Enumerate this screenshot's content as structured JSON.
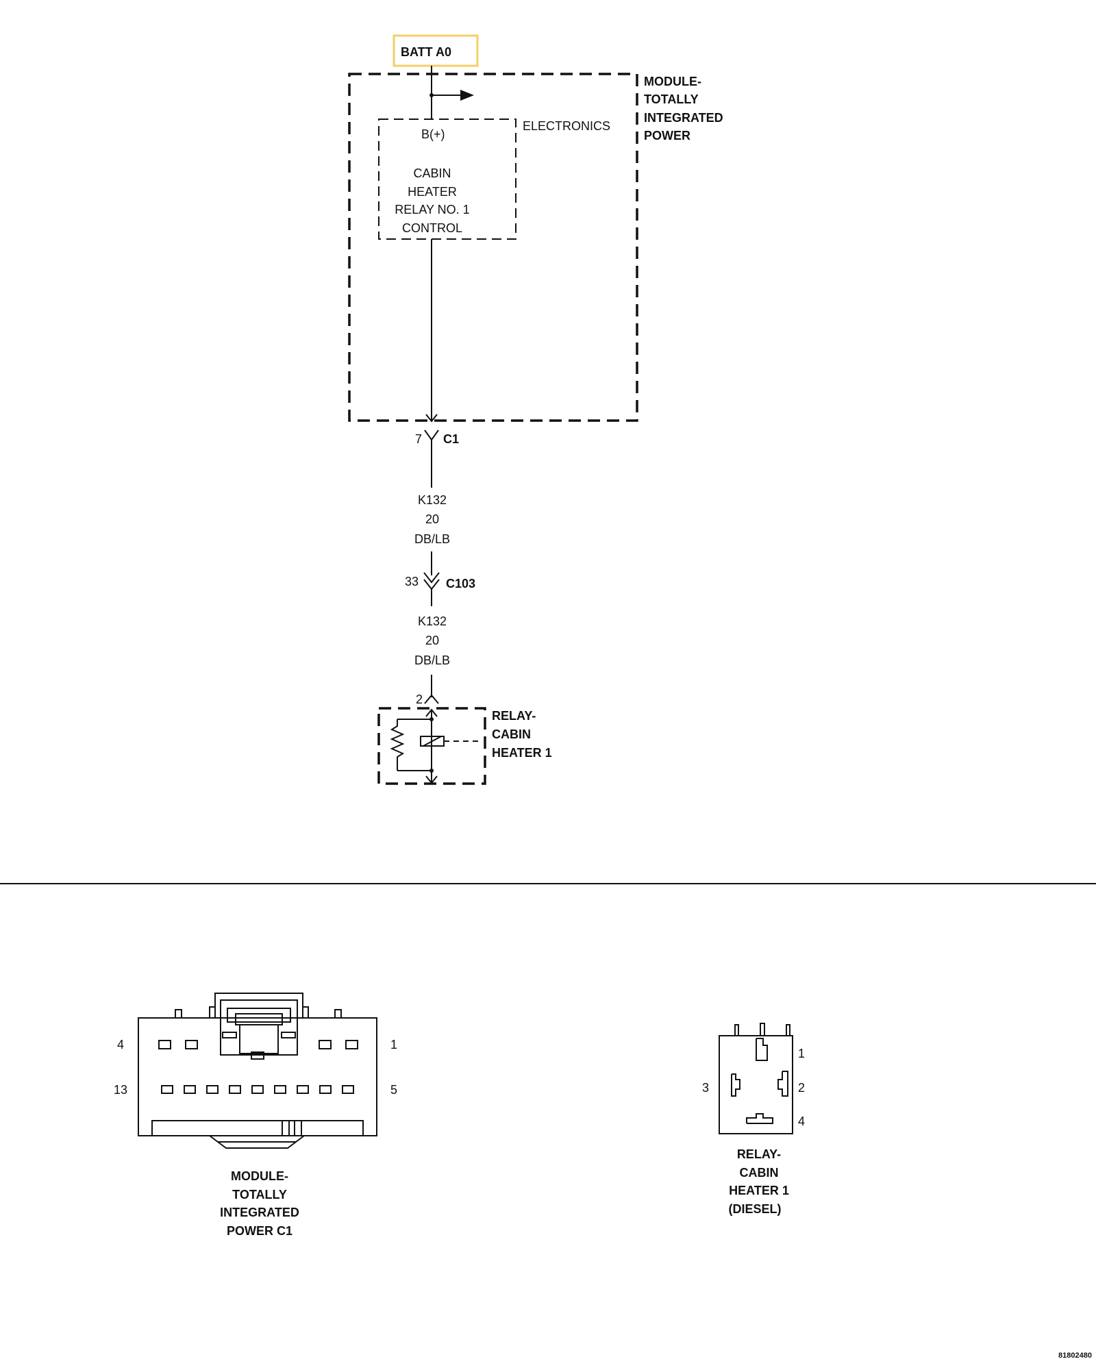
{
  "batt_label": "BATT A0",
  "colors": {
    "batt_box_border": "#f4cf66",
    "line": "#111111",
    "background": "#ffffff"
  },
  "module": {
    "name_lines": [
      "MODULE-",
      "TOTALLY",
      "INTEGRATED",
      "POWER"
    ],
    "electronics_label": "ELECTRONICS",
    "bplus_label": "B(+)",
    "control_lines": [
      "CABIN",
      "HEATER",
      "RELAY NO. 1",
      "CONTROL"
    ]
  },
  "connector_c1": {
    "pin": "7",
    "name": "C1"
  },
  "wire_segment_1": [
    "K132",
    "20",
    "DB/LB"
  ],
  "connector_c103": {
    "pin": "33",
    "name": "C103"
  },
  "wire_segment_2": [
    "K132",
    "20",
    "DB/LB"
  ],
  "relay": {
    "pin": "2",
    "name_lines": [
      "RELAY-",
      "CABIN",
      "HEATER 1"
    ]
  },
  "connector_view_tip": {
    "pins": {
      "top_left": "4",
      "top_right": "1",
      "bottom_left": "13",
      "bottom_right": "5"
    },
    "caption_lines": [
      "MODULE-",
      "TOTALLY",
      "INTEGRATED",
      "POWER C1"
    ]
  },
  "connector_view_relay": {
    "pins": [
      "1",
      "2",
      "3",
      "4"
    ],
    "caption_lines": [
      "RELAY-",
      "CABIN",
      "HEATER 1",
      "(DIESEL)"
    ]
  },
  "diagram_id": "81802480"
}
